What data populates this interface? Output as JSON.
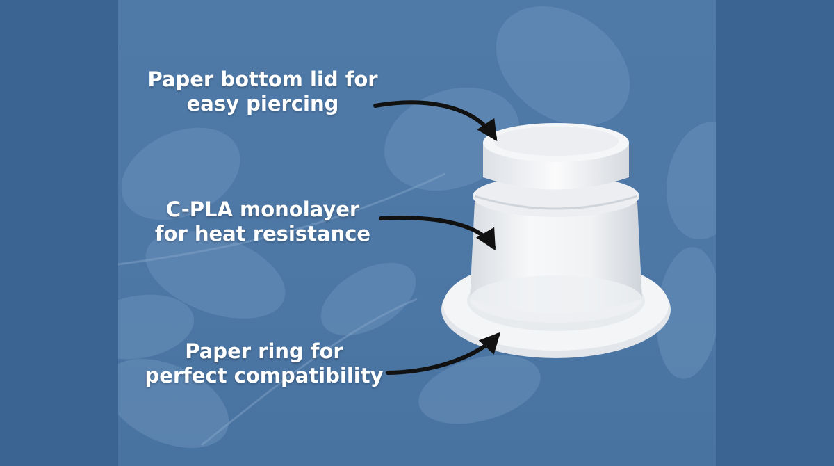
{
  "captions": {
    "lid_line1": "Paper bottom lid for",
    "lid_line2": "easy piercing",
    "body_line1": "C-PLA monolayer",
    "body_line2": "for heat resistance",
    "ring_line1": "Paper ring for",
    "ring_line2": "perfect compatibility"
  },
  "icons": {
    "capsule": "coffee-capsule-image",
    "arrows": "curved-arrow-icon",
    "background": "leaf-pattern"
  },
  "colors": {
    "background": "#4d77a5",
    "text": "#ffffff",
    "arrow": "#111111",
    "capsule": "#f1f2f4"
  }
}
